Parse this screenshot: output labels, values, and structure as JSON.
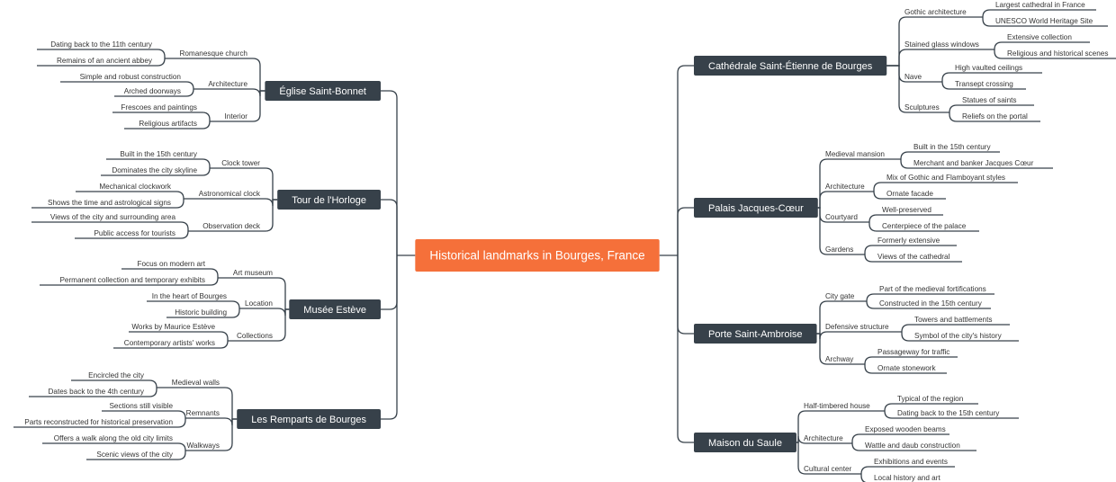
{
  "root": "Historical landmarks in Bourges, France",
  "left": [
    {
      "title": "Église Saint-Bonnet",
      "children": [
        {
          "label": "Romanesque church",
          "children": [
            "Dating back to the 11th century",
            "Remains of an ancient abbey"
          ]
        },
        {
          "label": "Architecture",
          "children": [
            "Simple and robust construction",
            "Arched doorways"
          ]
        },
        {
          "label": "Interior",
          "children": [
            "Frescoes and paintings",
            "Religious artifacts"
          ]
        }
      ]
    },
    {
      "title": "Tour de l'Horloge",
      "children": [
        {
          "label": "Clock tower",
          "children": [
            "Built in the 15th century",
            "Dominates the city skyline"
          ]
        },
        {
          "label": "Astronomical clock",
          "children": [
            "Mechanical clockwork",
            "Shows the time and astrological signs"
          ]
        },
        {
          "label": "Observation deck",
          "children": [
            "Views of the city and surrounding area",
            "Public access for tourists"
          ]
        }
      ]
    },
    {
      "title": "Musée Estève",
      "children": [
        {
          "label": "Art museum",
          "children": [
            "Focus on modern art",
            "Permanent collection and temporary exhibits"
          ]
        },
        {
          "label": "Location",
          "children": [
            "In the heart of Bourges",
            "Historic building"
          ]
        },
        {
          "label": "Collections",
          "children": [
            "Works by Maurice Estève",
            "Contemporary artists' works"
          ]
        }
      ]
    },
    {
      "title": "Les Remparts de Bourges",
      "children": [
        {
          "label": "Medieval walls",
          "children": [
            "Encircled the city",
            "Dates back to the 4th century"
          ]
        },
        {
          "label": "Remnants",
          "children": [
            "Sections still visible",
            "Parts reconstructed for historical preservation"
          ]
        },
        {
          "label": "Walkways",
          "children": [
            "Offers a walk along the old city limits",
            "Scenic views of the city"
          ]
        }
      ]
    }
  ],
  "right": [
    {
      "title": "Cathédrale Saint-Étienne de Bourges",
      "children": [
        {
          "label": "Gothic architecture",
          "children": [
            "Largest cathedral in France",
            "UNESCO World Heritage Site"
          ]
        },
        {
          "label": "Stained glass windows",
          "children": [
            "Extensive collection",
            "Religious and historical scenes"
          ]
        },
        {
          "label": "Nave",
          "children": [
            "High vaulted ceilings",
            "Transept crossing"
          ]
        },
        {
          "label": "Sculptures",
          "children": [
            "Statues of saints",
            "Reliefs on the portal"
          ]
        }
      ]
    },
    {
      "title": "Palais Jacques-Cœur",
      "children": [
        {
          "label": "Medieval mansion",
          "children": [
            "Built in the 15th century",
            "Merchant and banker Jacques Cœur"
          ]
        },
        {
          "label": "Architecture",
          "children": [
            "Mix of Gothic and Flamboyant styles",
            "Ornate facade"
          ]
        },
        {
          "label": "Courtyard",
          "children": [
            "Well-preserved",
            "Centerpiece of the palace"
          ]
        },
        {
          "label": "Gardens",
          "children": [
            "Formerly extensive",
            "Views of the cathedral"
          ]
        }
      ]
    },
    {
      "title": "Porte Saint-Ambroise",
      "children": [
        {
          "label": "City gate",
          "children": [
            "Part of the medieval fortifications",
            "Constructed in the 15th century"
          ]
        },
        {
          "label": "Defensive structure",
          "children": [
            "Towers and battlements",
            "Symbol of the city's history"
          ]
        },
        {
          "label": "Archway",
          "children": [
            "Passageway for traffic",
            "Ornate stonework"
          ]
        }
      ]
    },
    {
      "title": "Maison du Saule",
      "children": [
        {
          "label": "Half-timbered house",
          "children": [
            "Typical of the region",
            "Dating back to the 15th century"
          ]
        },
        {
          "label": "Architecture",
          "children": [
            "Exposed wooden beams",
            "Wattle and daub construction"
          ]
        },
        {
          "label": "Cultural center",
          "children": [
            "Exhibitions and events",
            "Local history and art"
          ]
        }
      ]
    }
  ],
  "colors": {
    "root_fill": "#f5703a",
    "node_fill": "#37414a",
    "line": "#37414a",
    "label_text": "#333333"
  }
}
